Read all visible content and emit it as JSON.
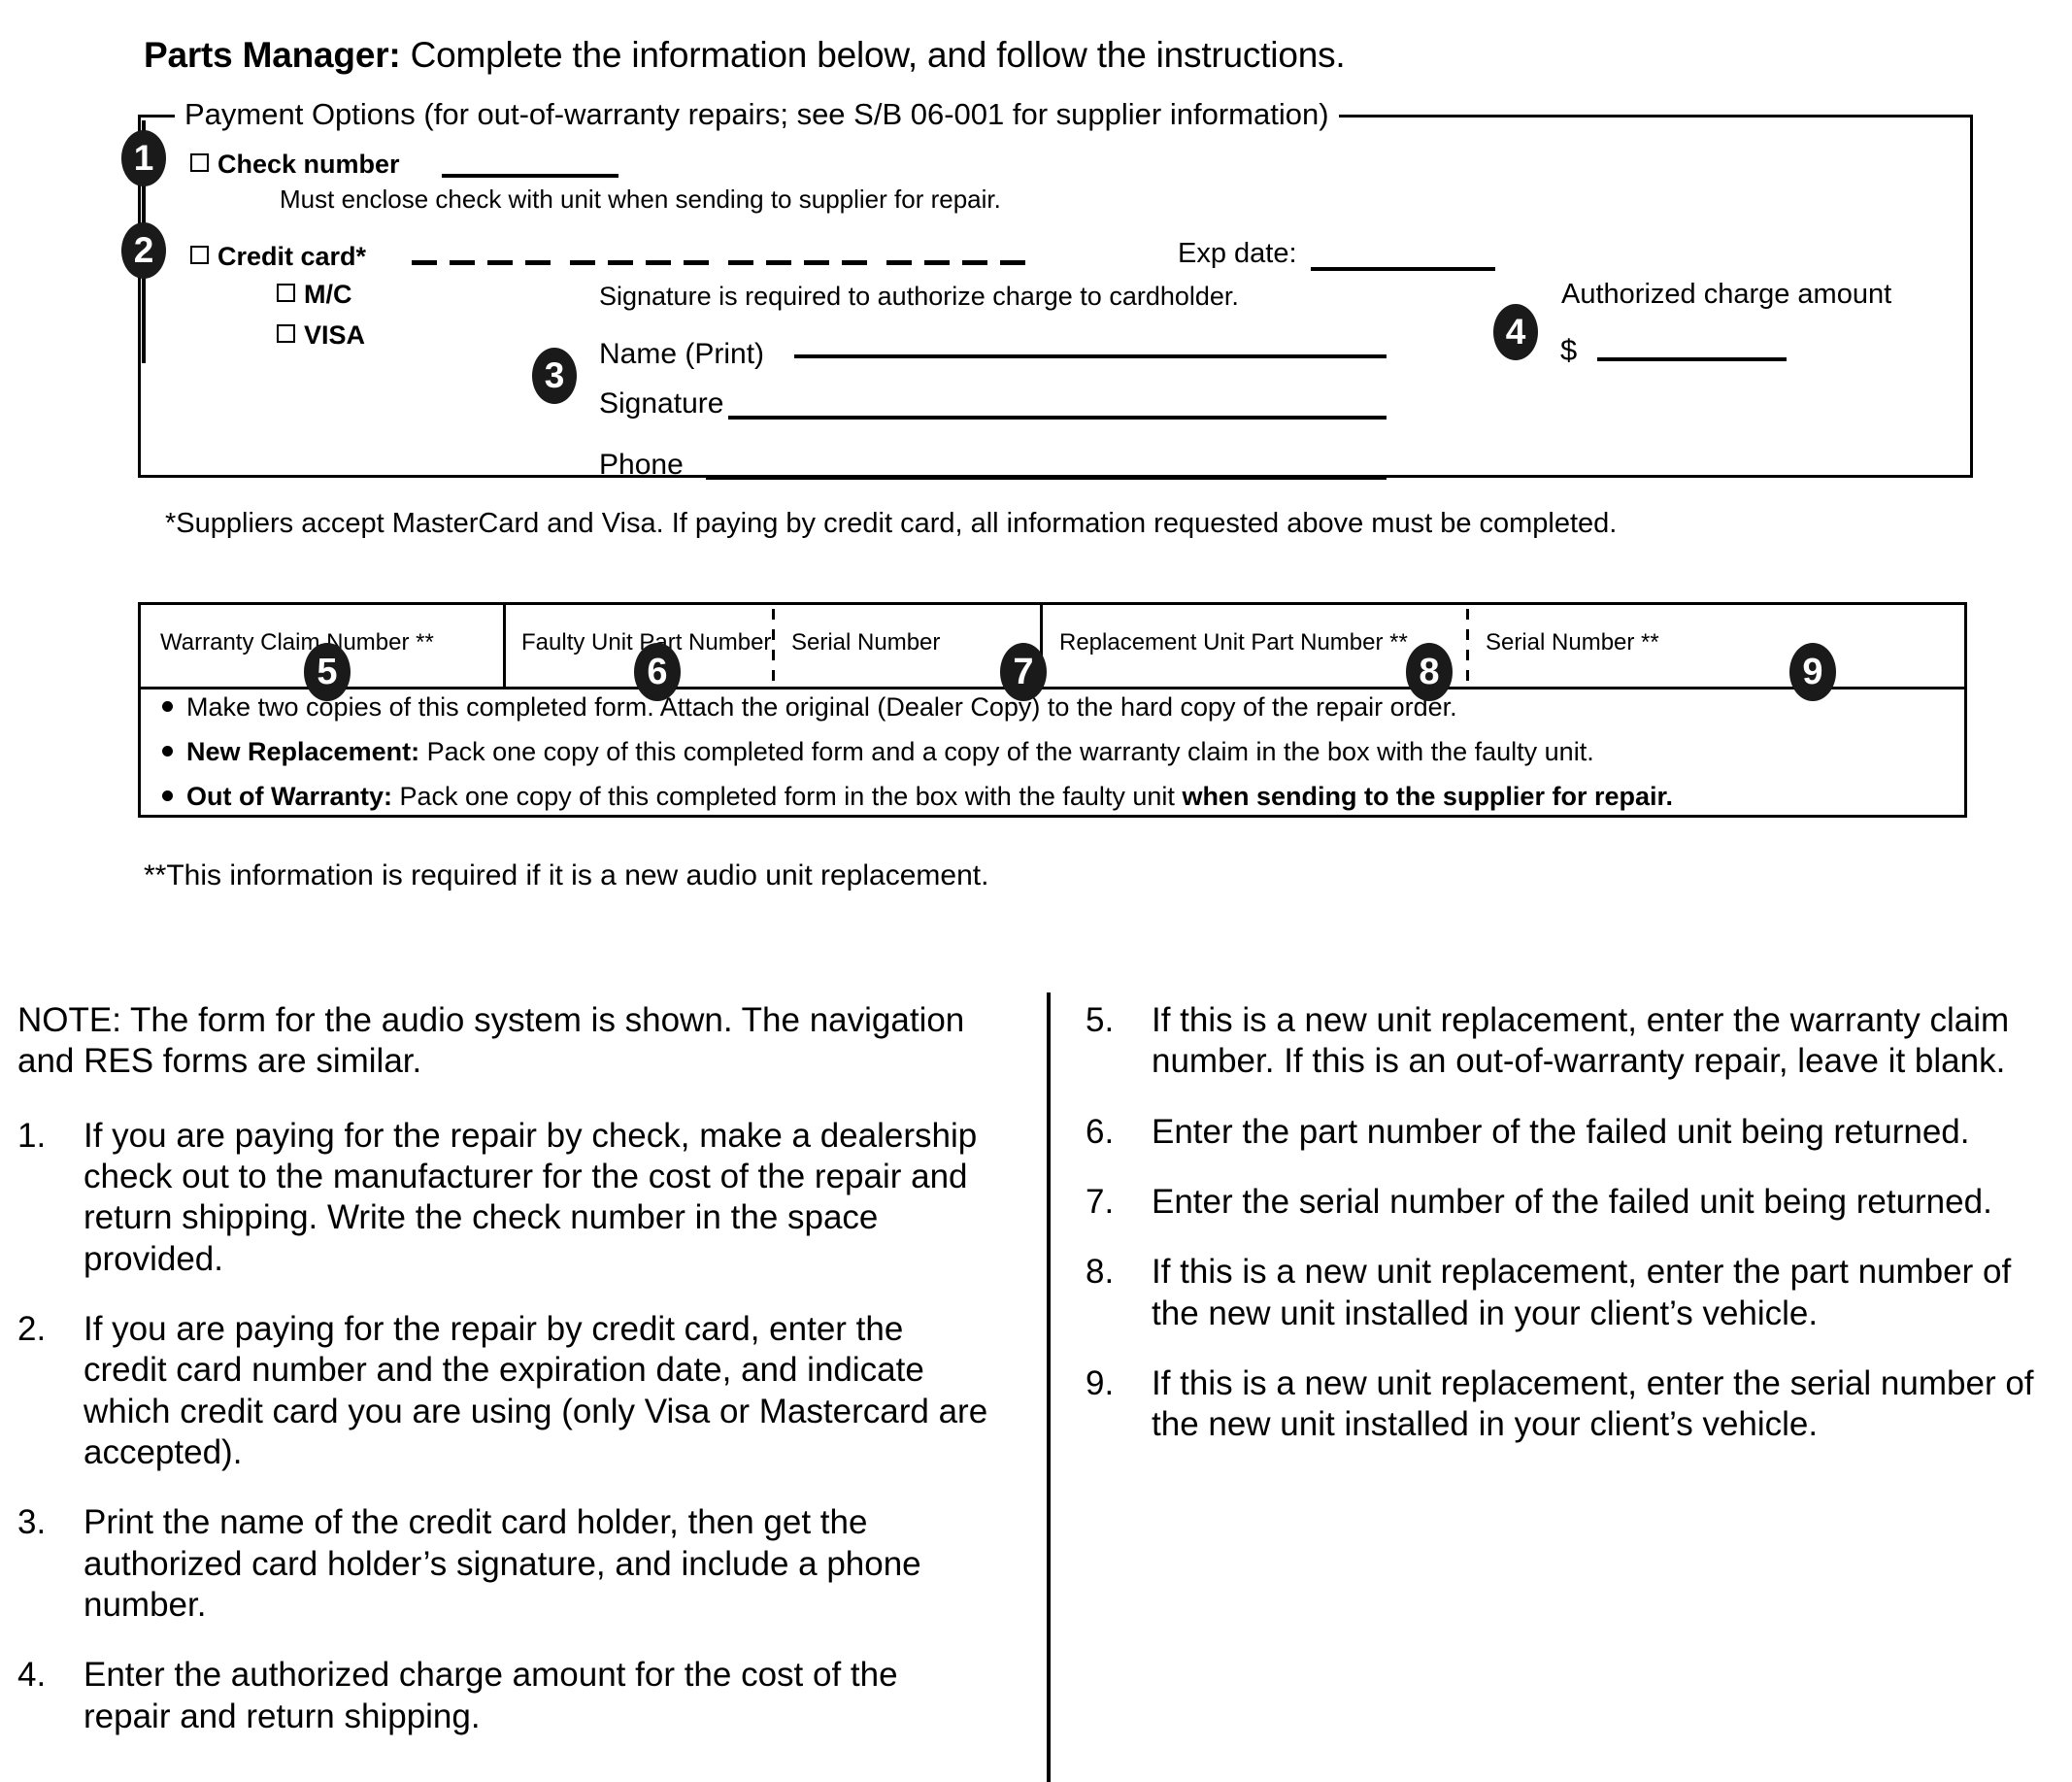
{
  "heading": {
    "bold_part": "Parts Manager:",
    "rest": " Complete the information below, and follow the instructions."
  },
  "payment_box": {
    "legend": "Payment Options (for out-of-warranty repairs; see S/B 06-001 for supplier information)",
    "callouts": {
      "one": "1",
      "two": "2",
      "three": "3",
      "four": "4"
    },
    "check_number_label": "Check number",
    "check_note": "Must enclose check with unit when sending to supplier for repair.",
    "credit_card_label": "Credit card*",
    "mc_label": "M/C",
    "visa_label": "VISA",
    "exp_date_label": "Exp date:",
    "signature_note": "Signature is required to authorize charge to cardholder.",
    "name_label": "Name (Print)",
    "signature_label": "Signature",
    "phone_label": "Phone",
    "authorized_charge_label": "Authorized charge amount",
    "dollar_sign": "$"
  },
  "star_note": "*Suppliers accept MasterCard and Visa. If paying by credit card, all information requested above must be completed.",
  "claim_table": {
    "columns": [
      {
        "label": "Warranty Claim Number **",
        "callout": "5"
      },
      {
        "label": "Faulty Unit Part Number",
        "callout": "6"
      },
      {
        "label": "Serial Number",
        "callout": "7"
      },
      {
        "label": "Replacement Unit Part Number **",
        "callout": "8"
      },
      {
        "label": "Serial Number **",
        "callout": "9"
      }
    ],
    "bullets": [
      {
        "plain_1": "Make two copies of this completed form. Attach the original (Dealer Copy) to the hard copy of the repair order.",
        "bold_lead": "",
        "plain_2": "",
        "bold_tail": ""
      },
      {
        "bold_lead": "New Replacement:",
        "plain_1": "  Pack one copy of this completed form and a copy of the warranty claim in the box with the faulty unit.",
        "plain_2": "",
        "bold_tail": ""
      },
      {
        "bold_lead": "Out of Warranty:",
        "plain_1": "  Pack one copy of this completed form in the box with the faulty unit ",
        "bold_tail": "when sending to the supplier for repair.",
        "plain_2": ""
      }
    ]
  },
  "double_star_note": "**This information is required if it is a new audio unit replacement.",
  "instructions": {
    "note_prefix": "NOTE:",
    "note_text": " The form for the audio system is shown. The navigation and RES forms are similar.",
    "left_items": [
      {
        "num": "1.",
        "text": "If you are paying for the repair by check, make a dealership check out to the manufacturer for the cost of the repair and return shipping. Write the check number in the space provided."
      },
      {
        "num": "2.",
        "text": "If you are paying for the repair by credit card, enter the credit card number and the expiration date, and indicate which credit card you are using (only Visa or Mastercard are accepted)."
      },
      {
        "num": "3.",
        "text": "Print the name of the credit card holder, then get the authorized card holder’s signature, and include a phone number."
      },
      {
        "num": "4.",
        "text": "Enter the authorized charge amount for the cost of the repair and return shipping."
      }
    ],
    "right_items": [
      {
        "num": "5.",
        "text": "If this is a new unit replacement, enter the warranty claim number. If this is an out-of-warranty repair, leave it blank."
      },
      {
        "num": "6.",
        "text": "Enter the part number of the failed unit being returned."
      },
      {
        "num": "7.",
        "text": "Enter the serial number of the failed unit being returned."
      },
      {
        "num": "8.",
        "text": "If this is a new unit replacement, enter the part number of the new unit installed in your client’s vehicle."
      },
      {
        "num": "9.",
        "text": "If this is a new unit replacement, enter the serial number of the new unit installed in your client’s vehicle."
      }
    ]
  },
  "colors": {
    "ink": "#000000",
    "paper": "#ffffff",
    "callout_fill": "#1a1a1a"
  }
}
